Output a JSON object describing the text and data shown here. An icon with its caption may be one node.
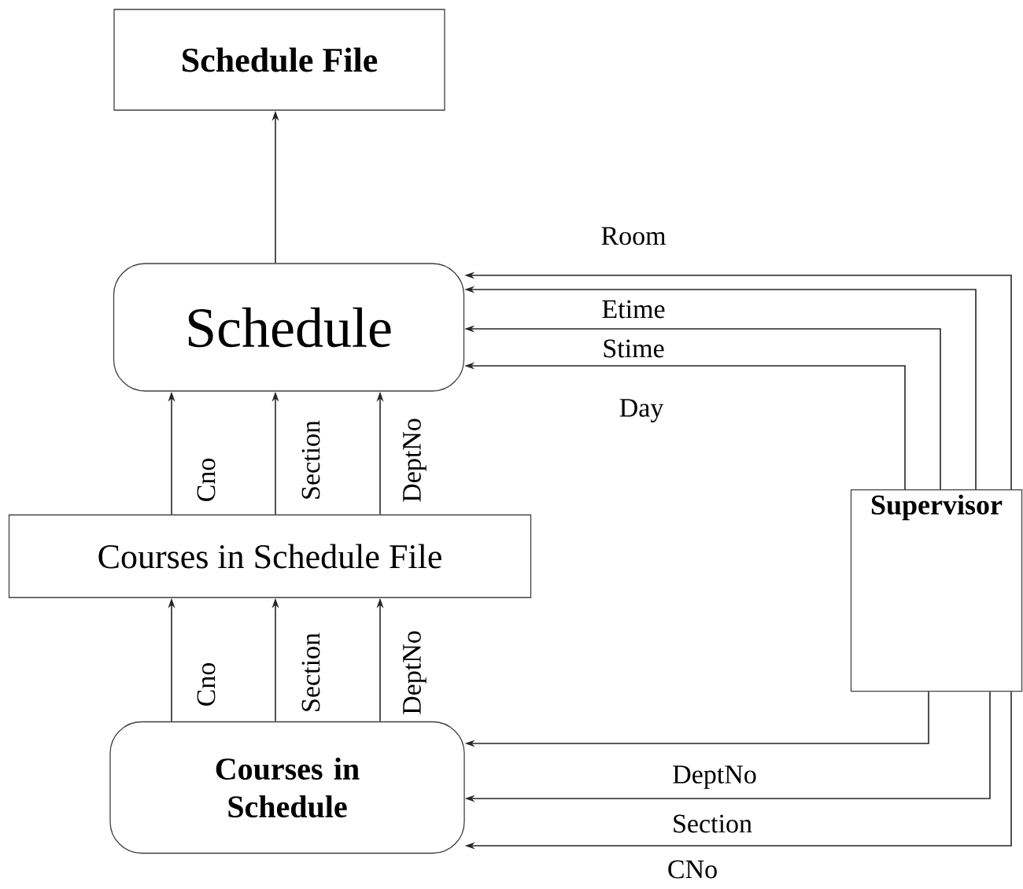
{
  "diagram": {
    "nodes": [
      {
        "text": [
          "Schedule File"
        ]
      },
      {
        "text": [
          "Schedule"
        ]
      },
      {
        "text": [
          "Courses in Schedule File"
        ]
      },
      {
        "text": [
          "Courses in Schedule"
        ]
      },
      {
        "text": [
          "Supervisor"
        ]
      }
    ],
    "edges": [
      {
        "from": 1,
        "to": 0,
        "arrow": "to"
      },
      {
        "from": 2,
        "to": 1,
        "arrow": "to",
        "label": "Cno"
      },
      {
        "from": 2,
        "to": 1,
        "arrow": "to",
        "label": "Section"
      },
      {
        "from": 2,
        "to": 1,
        "arrow": "to",
        "label": "DeptNo"
      },
      {
        "from": 3,
        "to": 2,
        "arrow": "to",
        "label": "Cno"
      },
      {
        "from": 3,
        "to": 2,
        "arrow": "to",
        "label": "Section"
      },
      {
        "from": 3,
        "to": 2,
        "arrow": "to",
        "label": "DeptNo"
      },
      {
        "from": 4,
        "to": 1,
        "arrow": "to",
        "label": "Room"
      },
      {
        "from": 4,
        "to": 1,
        "arrow": "to",
        "label": "Etime"
      },
      {
        "from": 4,
        "to": 1,
        "arrow": "to",
        "label": "Stime"
      },
      {
        "from": 4,
        "to": 1,
        "arrow": "to",
        "label": "Day"
      },
      {
        "from": 4,
        "to": 3,
        "arrow": "to",
        "label": "DeptNo"
      },
      {
        "from": 4,
        "to": 3,
        "arrow": "to",
        "label": "Section"
      },
      {
        "from": 4,
        "to": 3,
        "arrow": "to",
        "label": "CNo"
      }
    ]
  }
}
